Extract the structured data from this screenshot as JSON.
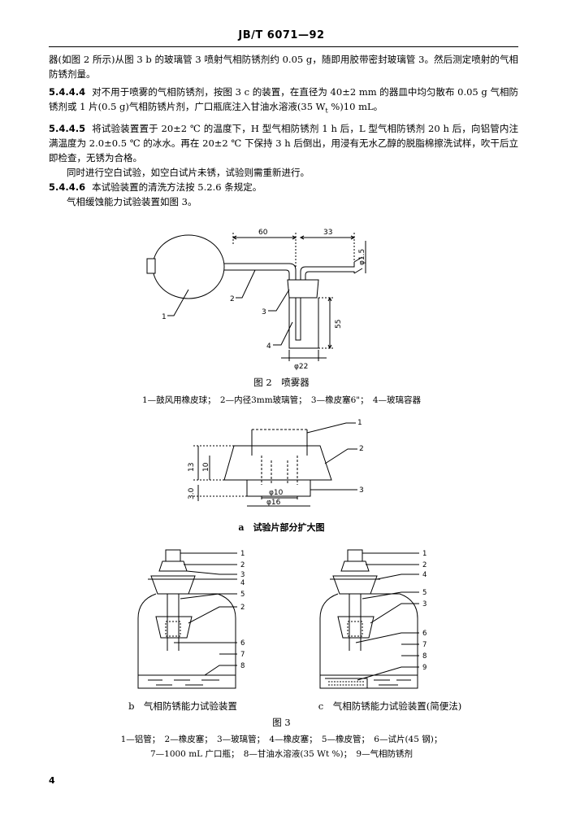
{
  "header": {
    "standard": "JB/T 6071—92"
  },
  "paragraphs": {
    "p0": "器(如图 2 所示)从图 3 b 的玻璃管 3 喷射气相防锈剂约 0.05 g，随即用胶带密封玻璃管 3。然后测定喷射的气相防锈剂量。",
    "p1_num": "5.4.4.4",
    "p1": "对不用于喷雾的气相防锈剂，按图 3 c 的装置，在直径为 40±2 mm 的器皿中均匀散布 0.05 g 气相防锈剂或 1 片(0.5 g)气相防锈片剂，广口瓶底注入甘油水溶液(35 W",
    "p1_sub": "t",
    "p1_tail": " %)10 mL。",
    "p2_num": "5.4.4.5",
    "p2": "将试验装置置于 20±2 ℃ 的温度下，H 型气相防锈剂 1 h 后，L 型气相防锈剂 20 h 后，向铝管内注满温度为 2.0±0.5 ℃ 的冰水。再在 20±2 ℃ 下保持 3 h 后倒出，用浸有无水乙醇的脱脂棉擦洗试样，吹干后立即检查，无锈为合格。",
    "p3": "同时进行空白试验，如空白试片未锈，试验则需重新进行。",
    "p4_num": "5.4.4.6",
    "p4": "本试验装置的清洗方法按 5.2.6 条规定。",
    "p5": "气相缓蚀能力试验装置如图 3。"
  },
  "fig2": {
    "dims": {
      "d60": "60",
      "d33": "33",
      "d15": "φ1.5",
      "d55": "55",
      "d22": "φ22"
    },
    "labels": [
      "1",
      "2",
      "3",
      "4"
    ],
    "title": "图 2　喷雾器",
    "legend": "1—鼓风用橡皮球；　2—内径3mm玻璃管；　3—橡皮塞6\"；　4—玻璃容器"
  },
  "fig3a": {
    "dims": {
      "d13": "13",
      "d10": "10",
      "d3": "3.0",
      "dphi10": "φ10",
      "dphi16": "φ16"
    },
    "labels": [
      "1",
      "2",
      "3"
    ],
    "caption": "a　试验片部分扩大图"
  },
  "fig3b": {
    "labels": [
      "1",
      "2",
      "3",
      "4",
      "5",
      "2",
      "6",
      "7",
      "8"
    ],
    "caption": "b　气相防锈能力试验装置"
  },
  "fig3c": {
    "labels": [
      "1",
      "2",
      "4",
      "5",
      "3",
      "6",
      "7",
      "8",
      "9"
    ],
    "caption": "c　气相防锈能力试验装置(简便法)"
  },
  "fig3": {
    "title": "图 3",
    "legend1": "1—铝管；　2—橡皮塞；　3—玻璃管；　4—橡皮塞；　5—橡皮管；　6—试片(45 钢)；",
    "legend2": "7—1000 mL 广口瓶；　8—甘油水溶液(35 Wt %)；　9—气相防锈剂"
  },
  "page_number": "4"
}
